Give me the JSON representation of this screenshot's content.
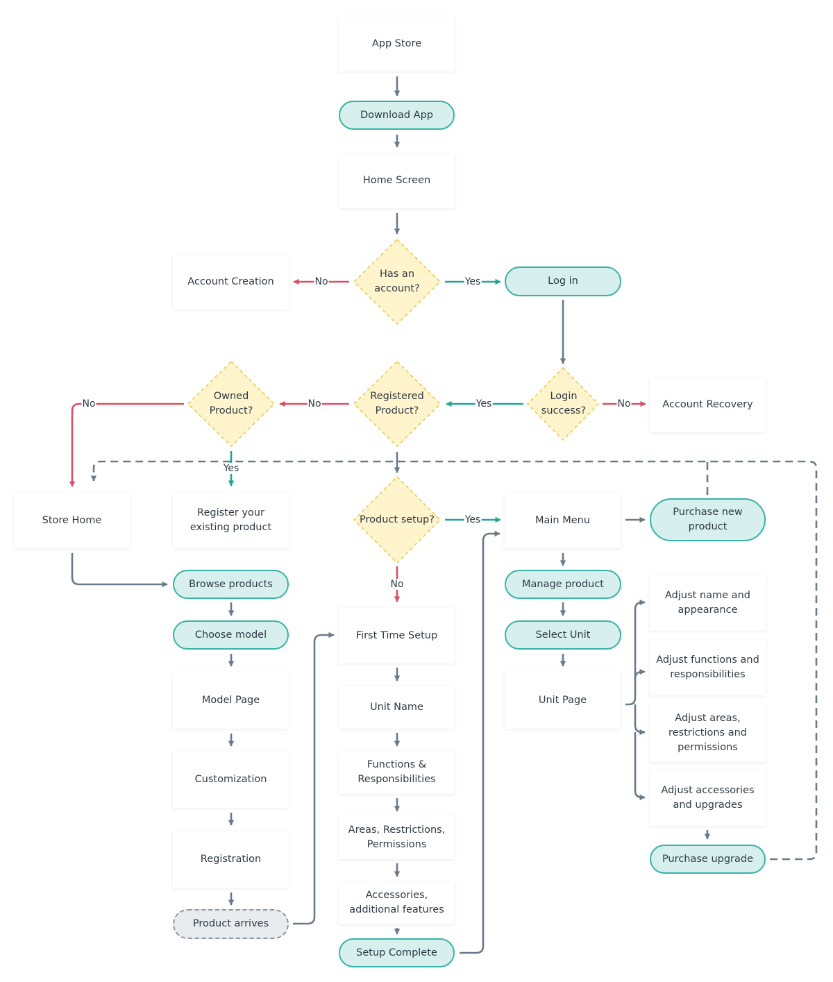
{
  "colors": {
    "connector": "#6b7a89",
    "yes": "#21a597",
    "no": "#d84f66",
    "decision_fill": "#fff4cc",
    "decision_stroke": "#f2c94c",
    "pill_fill": "#d7f0ee",
    "pill_stroke": "#37b3a6"
  },
  "steps": {
    "app_store": "App Store",
    "download_app": "Download App",
    "home_screen": "Home Screen",
    "account_creation": "Account Creation",
    "log_in": "Log in",
    "account_recovery": "Account Recovery",
    "store_home": "Store Home",
    "register_product": "Register your existing product",
    "main_menu": "Main Menu",
    "purchase_new_product": "Purchase new product",
    "browse_products": "Browse products",
    "choose_model": "Choose model",
    "model_page": "Model Page",
    "customization": "Customization",
    "registration": "Registration",
    "product_arrives": "Product arrives",
    "first_time_setup": "First Time Setup",
    "unit_name": "Unit Name",
    "functions_responsibilities": "Functions & Responsibilities",
    "areas_restrictions": "Areas, Restrictions, Permissions",
    "accessories_features": "Accessories, additional features",
    "setup_complete": "Setup Complete",
    "manage_product": "Manage product",
    "select_unit": "Select Unit",
    "unit_page": "Unit Page",
    "adjust_name": "Adjust name and appearance",
    "adjust_functions": "Adjust functions and responsibilities",
    "adjust_areas": "Adjust areas, restrictions and permissions",
    "adjust_accessories": "Adjust accessories and upgrades",
    "purchase_upgrade": "Purchase upgrade"
  },
  "decisions": {
    "has_account": "Has an account?",
    "login_success": "Login success?",
    "registered_product": "Registered Product?",
    "owned_product": "Owned Product?",
    "product_setup": "Product setup?"
  },
  "edge_labels": {
    "yes": "Yes",
    "no": "No"
  }
}
